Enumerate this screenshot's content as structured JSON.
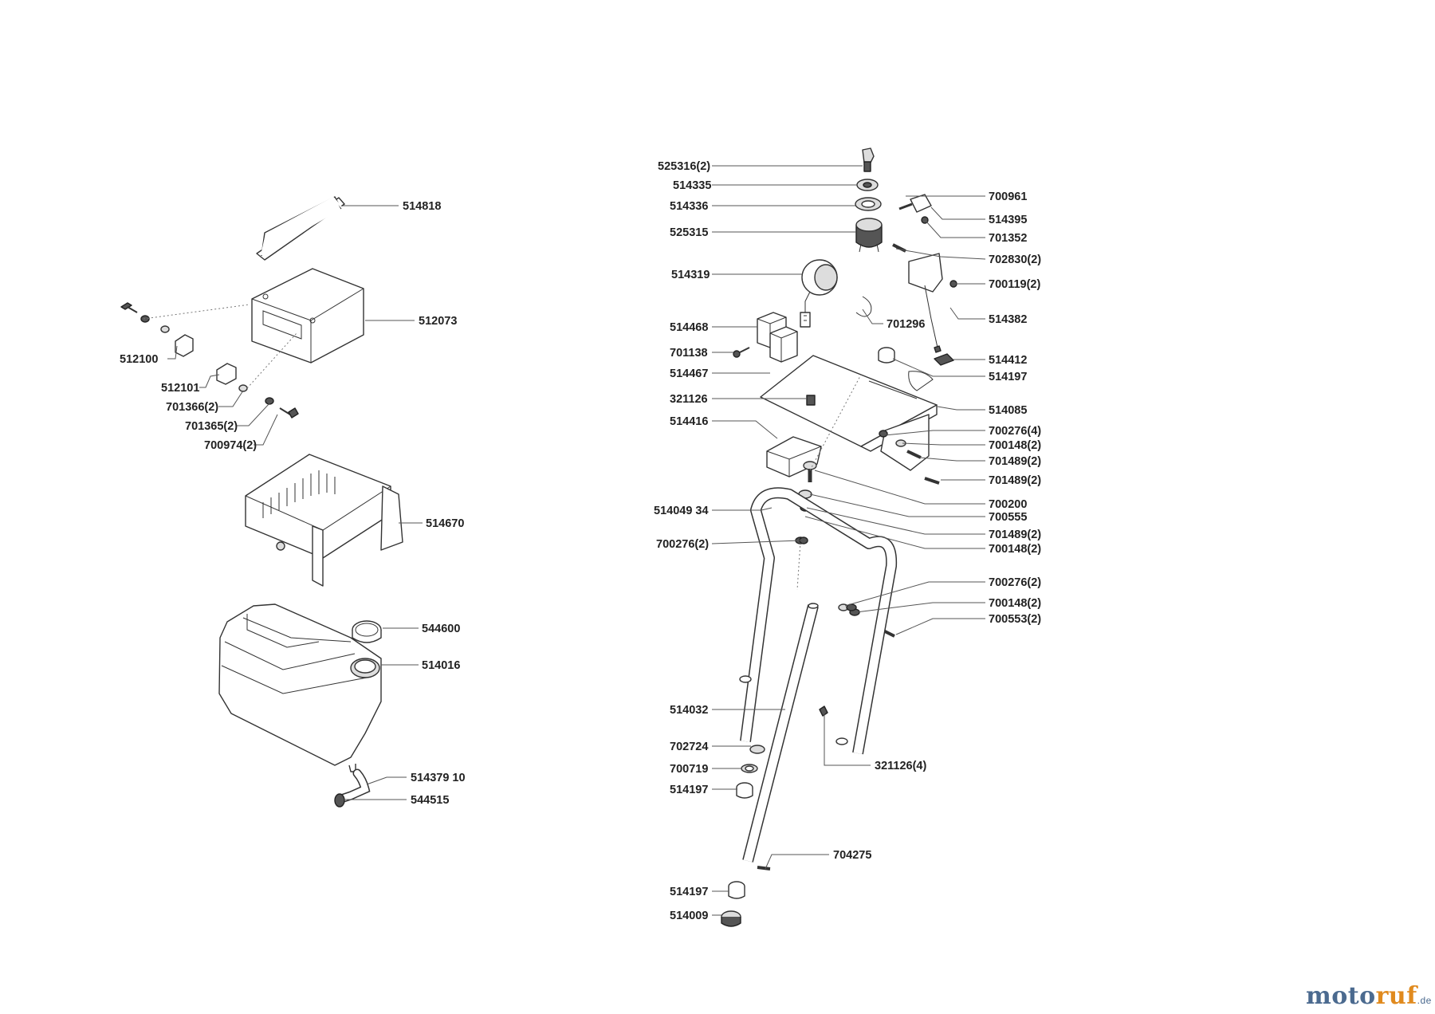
{
  "labels": {
    "514818": "514818",
    "512073": "512073",
    "512100": "512100",
    "512101": "512101",
    "701366_2": "701366(2)",
    "701365_2": "701365(2)",
    "700974_2": "700974(2)",
    "514670": "514670",
    "544600": "544600",
    "514016": "514016",
    "514379_10": "514379 10",
    "544515": "544515",
    "525316_2": "525316(2)",
    "514335": "514335",
    "514336": "514336",
    "525315": "525315",
    "514319": "514319",
    "514468": "514468",
    "701138": "701138",
    "514467": "514467",
    "321126": "321126",
    "514416": "514416",
    "514049_34": "514049 34",
    "700276_2_left": "700276(2)",
    "514032": "514032",
    "702724": "702724",
    "700719": "700719",
    "514197_left": "514197",
    "514197_bottom": "514197",
    "514009": "514009",
    "704275": "704275",
    "321126_4": "321126(4)",
    "700961": "700961",
    "514395": "514395",
    "701352": "701352",
    "702830_2": "702830(2)",
    "700119_2": "700119(2)",
    "701296": "701296",
    "514382": "514382",
    "514412": "514412",
    "514197_right": "514197",
    "514085": "514085",
    "700276_4": "700276(4)",
    "700148_2_a": "700148(2)",
    "701489_2_a": "701489(2)",
    "701489_2_b": "701489(2)",
    "700200": "700200",
    "700555": "700555",
    "701489_2_c": "701489(2)",
    "700148_2_b": "700148(2)",
    "700276_2_right": "700276(2)",
    "700148_2_c": "700148(2)",
    "700553_2": "700553(2)"
  },
  "brand": {
    "part1": "moto",
    "part2": "ruf",
    "part3": ".de"
  }
}
